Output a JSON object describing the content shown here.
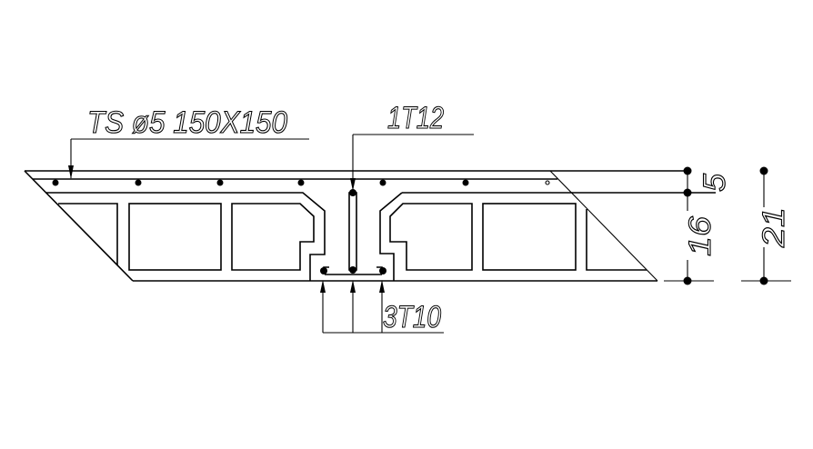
{
  "drawing": {
    "labels": {
      "mesh": "TS ø5 150X150",
      "top_bar": "1T12",
      "bottom_bars": "3T10"
    },
    "dimensions": {
      "slab_thickness": "5",
      "block_height": "16",
      "total_height": "21"
    },
    "colors": {
      "line": "#000000",
      "background": "#ffffff"
    }
  }
}
